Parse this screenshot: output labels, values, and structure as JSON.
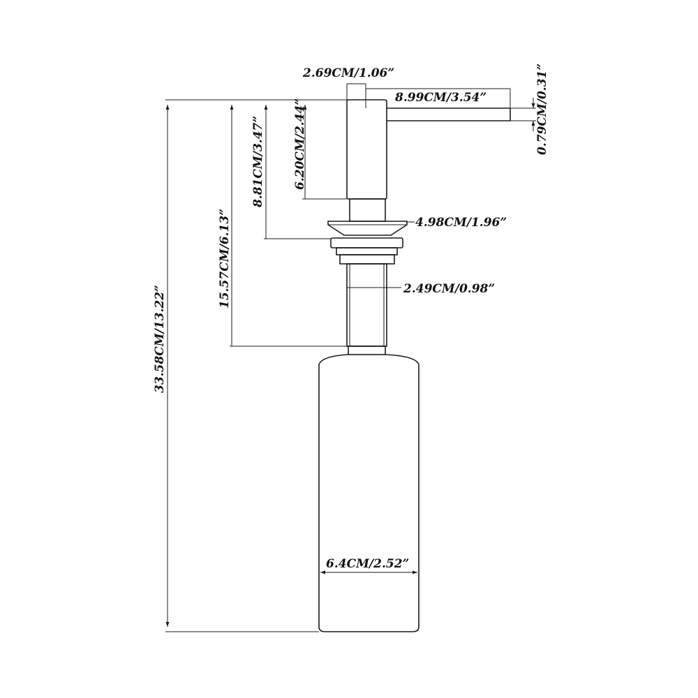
{
  "dimensions": {
    "pump_head_width": "2.69CM/1.06”",
    "spout_length": "8.99CM/3.54”",
    "spout_diameter": "0.79CM/0.31”",
    "pump_head_height": "6.20CM/2.44”",
    "head_to_flange_height": "8.81CM/3.47”",
    "top_to_shank_end_height": "15.57CM/6.13”",
    "total_height": "33.58CM/13.22”",
    "flange_diameter": "4.98CM/1.96”",
    "shank_diameter": "2.49CM/0.98”",
    "bottle_diameter": "6.4CM/2.52”"
  }
}
